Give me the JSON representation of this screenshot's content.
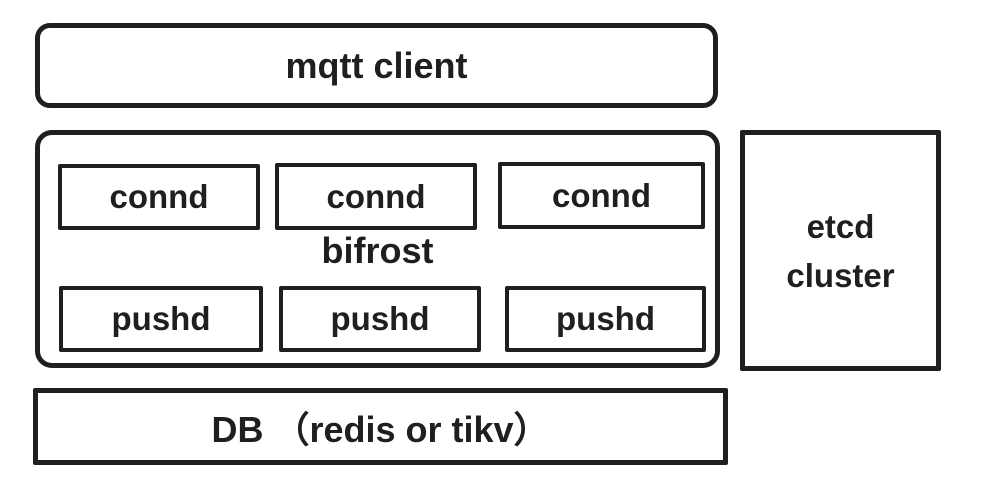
{
  "diagram": {
    "colors": {
      "stroke": "#1f1f1f",
      "background": "#ffffff",
      "text": "#1f1f1f"
    },
    "nodes": {
      "mqtt_client": {
        "label": "mqtt client"
      },
      "bifrost": {
        "label": "bifrost"
      },
      "connd": [
        "connd",
        "connd",
        "connd"
      ],
      "pushd": [
        "pushd",
        "pushd",
        "pushd"
      ],
      "etcd": {
        "line1": "etcd",
        "line2": "cluster"
      },
      "db": {
        "label": "DB （redis or tikv）"
      }
    }
  }
}
